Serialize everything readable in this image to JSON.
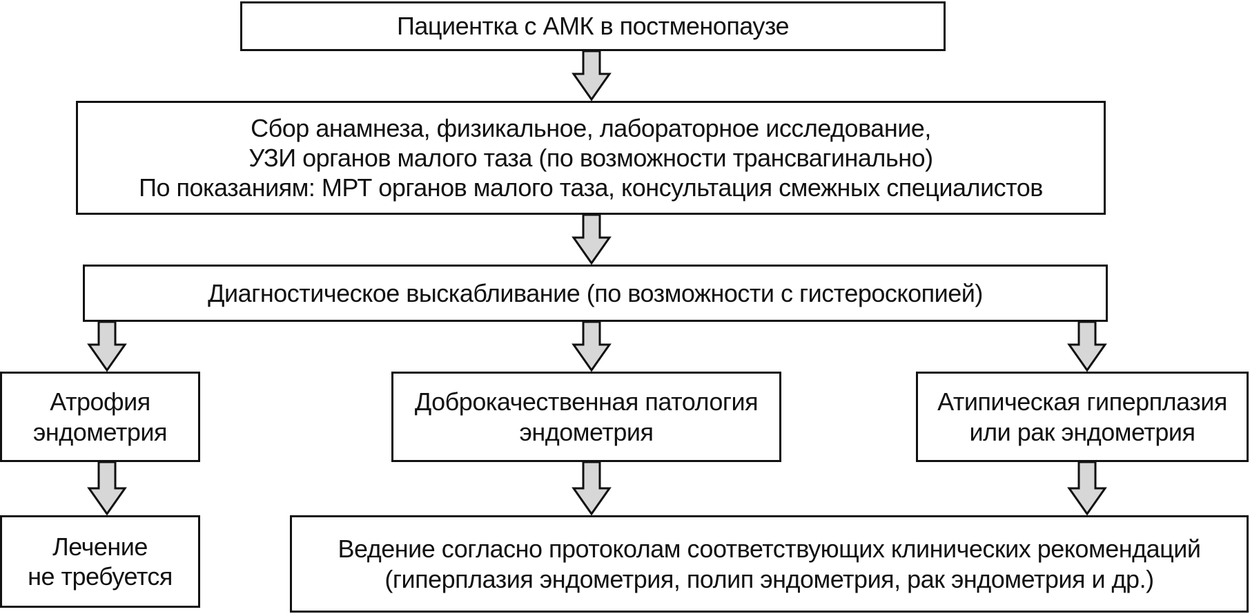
{
  "nodes": {
    "patient": "Пациентка с АМК в постменопаузе",
    "workup": {
      "line1": "Сбор анамнеза, физикальное, лабораторное исследование,",
      "line2": "УЗИ органов малого таза (по возможности трансвагинально)",
      "line3": "По показаниям: МРТ органов малого таза, консультация смежных специалистов"
    },
    "curettage": "Диагностическое выскабливание (по возможности с гистероскопией)",
    "atrophy": {
      "line1": "Атрофия",
      "line2": "эндометрия"
    },
    "benign": {
      "line1": "Доброкачественная патология",
      "line2": "эндометрия"
    },
    "atypical": {
      "line1": "Атипическая гиперплазия",
      "line2": "или рак эндометрия"
    },
    "no_treatment": {
      "line1": "Лечение",
      "line2": "не требуется"
    },
    "management": {
      "line1": "Ведение согласно протоколам соответствующих клинических рекомендаций",
      "line2": "(гиперплазия эндометрия, полип эндометрия, рак эндометрия и др.)"
    }
  },
  "colors": {
    "border": "#111111",
    "arrow_fill": "#d7d7d7",
    "background": "#ffffff"
  }
}
